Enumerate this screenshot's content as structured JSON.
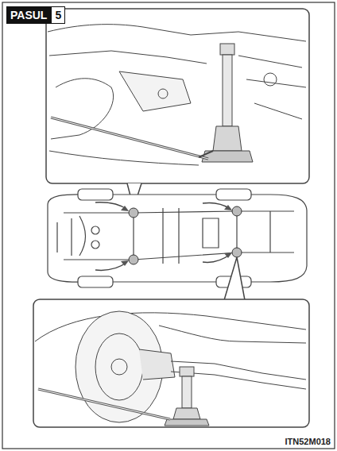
{
  "diagram": {
    "nodes": [
      {
        "text": [
          "PASUL"
        ]
      },
      {
        "text": [
          "5"
        ]
      }
    ],
    "labels": [
      "ITN52M018"
    ]
  }
}
